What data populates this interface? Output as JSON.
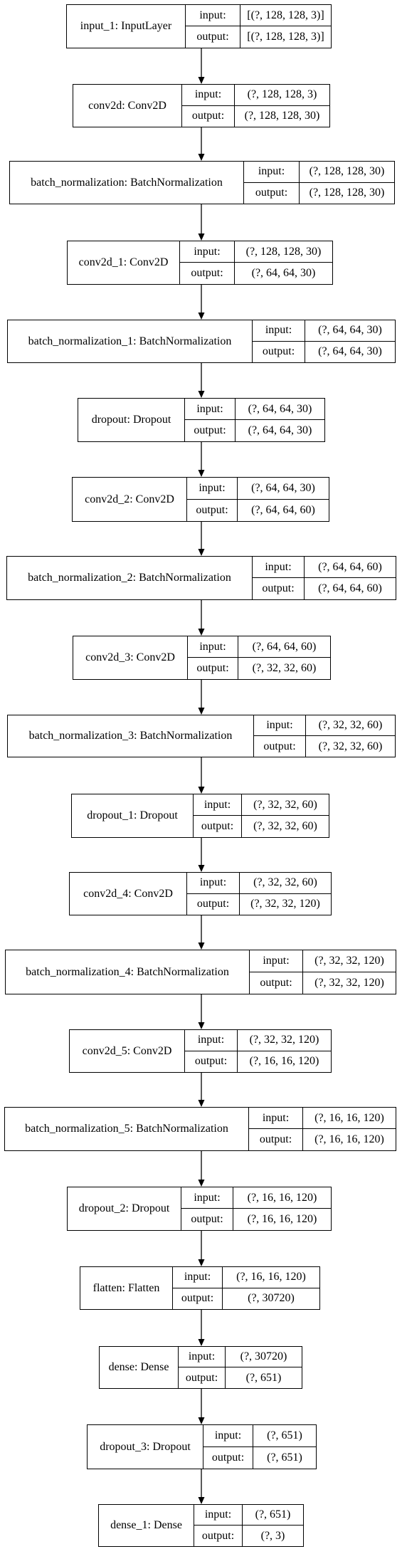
{
  "diagram": {
    "nodes": [
      {
        "name": "input_1: InputLayer",
        "input_label": "input:",
        "output_label": "output:",
        "input": "[(?, 128, 128, 3)]",
        "output": "[(?, 128, 128, 3)]"
      },
      {
        "name": "conv2d: Conv2D",
        "input_label": "input:",
        "output_label": "output:",
        "input": "(?, 128, 128, 3)",
        "output": "(?, 128, 128, 30)"
      },
      {
        "name": "batch_normalization: BatchNormalization",
        "input_label": "input:",
        "output_label": "output:",
        "input": "(?, 128, 128, 30)",
        "output": "(?, 128, 128, 30)"
      },
      {
        "name": "conv2d_1: Conv2D",
        "input_label": "input:",
        "output_label": "output:",
        "input": "(?, 128, 128, 30)",
        "output": "(?, 64, 64, 30)"
      },
      {
        "name": "batch_normalization_1: BatchNormalization",
        "input_label": "input:",
        "output_label": "output:",
        "input": "(?, 64, 64, 30)",
        "output": "(?, 64, 64, 30)"
      },
      {
        "name": "dropout: Dropout",
        "input_label": "input:",
        "output_label": "output:",
        "input": "(?, 64, 64, 30)",
        "output": "(?, 64, 64, 30)"
      },
      {
        "name": "conv2d_2: Conv2D",
        "input_label": "input:",
        "output_label": "output:",
        "input": "(?, 64, 64, 30)",
        "output": "(?, 64, 64, 60)"
      },
      {
        "name": "batch_normalization_2: BatchNormalization",
        "input_label": "input:",
        "output_label": "output:",
        "input": "(?, 64, 64, 60)",
        "output": "(?, 64, 64, 60)"
      },
      {
        "name": "conv2d_3: Conv2D",
        "input_label": "input:",
        "output_label": "output:",
        "input": "(?, 64, 64, 60)",
        "output": "(?, 32, 32, 60)"
      },
      {
        "name": "batch_normalization_3: BatchNormalization",
        "input_label": "input:",
        "output_label": "output:",
        "input": "(?, 32, 32, 60)",
        "output": "(?, 32, 32, 60)"
      },
      {
        "name": "dropout_1: Dropout",
        "input_label": "input:",
        "output_label": "output:",
        "input": "(?, 32, 32, 60)",
        "output": "(?, 32, 32, 60)"
      },
      {
        "name": "conv2d_4: Conv2D",
        "input_label": "input:",
        "output_label": "output:",
        "input": "(?, 32, 32, 60)",
        "output": "(?, 32, 32, 120)"
      },
      {
        "name": "batch_normalization_4: BatchNormalization",
        "input_label": "input:",
        "output_label": "output:",
        "input": "(?, 32, 32, 120)",
        "output": "(?, 32, 32, 120)"
      },
      {
        "name": "conv2d_5: Conv2D",
        "input_label": "input:",
        "output_label": "output:",
        "input": "(?, 32, 32, 120)",
        "output": "(?, 16, 16, 120)"
      },
      {
        "name": "batch_normalization_5: BatchNormalization",
        "input_label": "input:",
        "output_label": "output:",
        "input": "(?, 16, 16, 120)",
        "output": "(?, 16, 16, 120)"
      },
      {
        "name": "dropout_2: Dropout",
        "input_label": "input:",
        "output_label": "output:",
        "input": "(?, 16, 16, 120)",
        "output": "(?, 16, 16, 120)"
      },
      {
        "name": "flatten: Flatten",
        "input_label": "input:",
        "output_label": "output:",
        "input": "(?, 16, 16, 120)",
        "output": "(?, 30720)"
      },
      {
        "name": "dense: Dense",
        "input_label": "input:",
        "output_label": "output:",
        "input": "(?, 30720)",
        "output": "(?, 651)"
      },
      {
        "name": "dropout_3: Dropout",
        "input_label": "input:",
        "output_label": "output:",
        "input": "(?, 651)",
        "output": "(?, 651)"
      },
      {
        "name": "dense_1: Dense",
        "input_label": "input:",
        "output_label": "output:",
        "input": "(?, 651)",
        "output": "(?, 3)"
      }
    ]
  }
}
